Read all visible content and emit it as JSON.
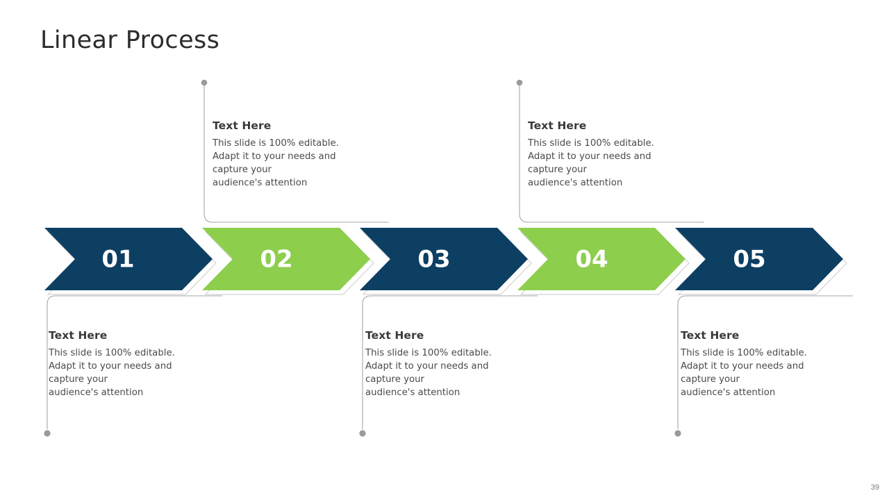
{
  "slide": {
    "title": "Linear Process",
    "page_number": "39",
    "background": "#ffffff"
  },
  "palette": {
    "navy": "#0d3f63",
    "green": "#8dce4d",
    "number_text": "#ffffff",
    "title_text": "#2c2c2c",
    "body_text": "#4a4a4a",
    "heading_text": "#3a3a3a",
    "connector_line": "#a6a6a6",
    "connector_dot": "#9a9a9a",
    "shadow": "#cfcfcf"
  },
  "steps": [
    {
      "number": "01",
      "color": "#0d3f63",
      "position": "below",
      "heading": "Text Here",
      "body": "This slide is 100% editable.\nAdapt it to your needs and\ncapture your\naudience's attention"
    },
    {
      "number": "02",
      "color": "#8dce4d",
      "position": "above",
      "heading": "Text Here",
      "body": "This slide is 100% editable.\nAdapt it to your needs and\ncapture your\naudience's attention"
    },
    {
      "number": "03",
      "color": "#0d3f63",
      "position": "below",
      "heading": "Text Here",
      "body": "This slide is 100% editable.\nAdapt it to your needs and\ncapture your\naudience's attention"
    },
    {
      "number": "04",
      "color": "#8dce4d",
      "position": "above",
      "heading": "Text Here",
      "body": "This slide is 100% editable.\nAdapt it to your needs and\ncapture your\naudience's attention"
    },
    {
      "number": "05",
      "color": "#0d3f63",
      "position": "below",
      "heading": "Text Here",
      "body": "This slide is 100% editable.\nAdapt it to your needs and\ncapture your\naudience's attention"
    }
  ]
}
